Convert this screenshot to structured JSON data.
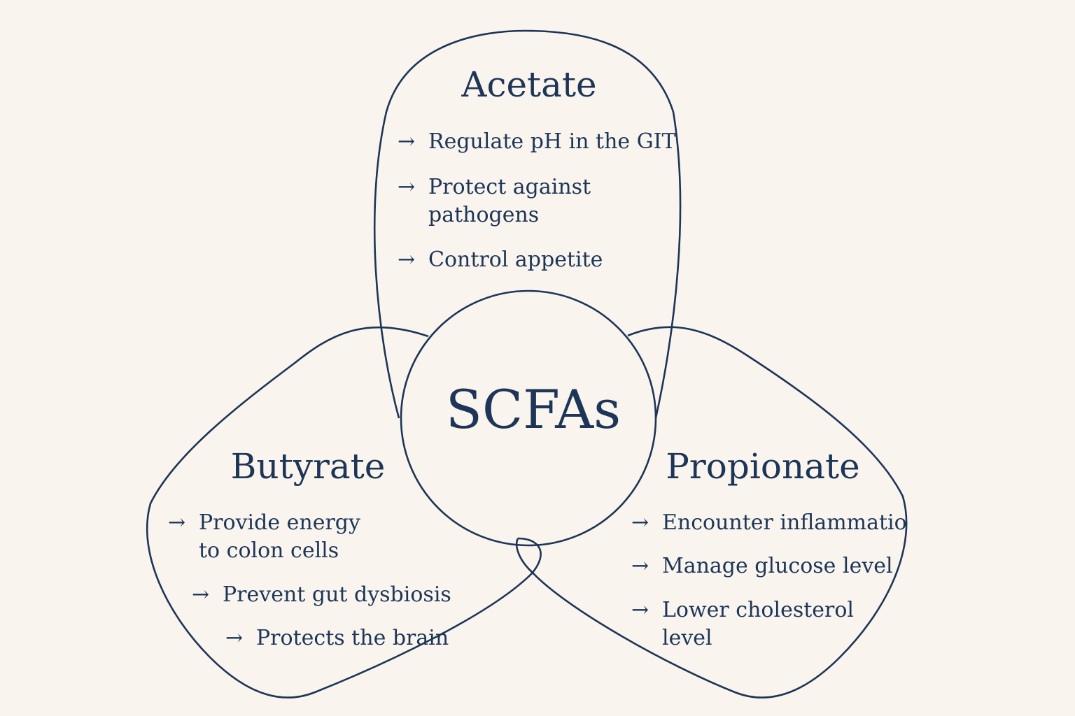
{
  "colors": {
    "background": "#f9f5ee",
    "ink": "#1d3557"
  },
  "center": {
    "label": "SCFAs"
  },
  "acetate": {
    "title": "Acetate",
    "arrow": "→",
    "items": [
      [
        "Regulate pH in the GIT"
      ],
      [
        "Protect against",
        "pathogens"
      ],
      [
        "Control appetite"
      ]
    ]
  },
  "butyrate": {
    "title": "Butyrate",
    "arrow": "→",
    "items": [
      [
        "Provide energy",
        "to colon cells"
      ],
      [
        "Prevent gut dysbiosis"
      ],
      [
        "Protects the brain"
      ]
    ]
  },
  "propionate": {
    "title": "Propionate",
    "arrow": "→",
    "items": [
      [
        "Encounter inflammatio"
      ],
      [
        "Manage glucose level"
      ],
      [
        "Lower cholesterol",
        "level"
      ]
    ]
  }
}
